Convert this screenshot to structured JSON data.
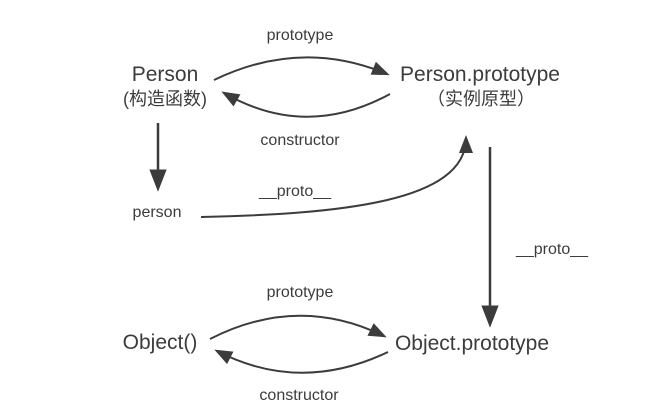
{
  "diagram": {
    "title_hint": "JavaScript prototype chain diagram",
    "colors": {
      "background": "#ffffff",
      "line": "#3c3c3c",
      "text": "#3c3c3c"
    },
    "nodes": {
      "person_constructor": {
        "title": "Person",
        "subtitle": "(构造函数)"
      },
      "person_prototype": {
        "title": "Person.prototype",
        "subtitle": "（实例原型）"
      },
      "person_instance": {
        "label": "person"
      },
      "object_constructor": {
        "label": "Object()"
      },
      "object_prototype": {
        "label": "Object.prototype"
      }
    },
    "labels": {
      "top_prototype": "prototype",
      "top_constructor": "constructor",
      "instance_proto": "__proto__",
      "chain_proto": "__proto__",
      "bottom_prototype": "prototype",
      "bottom_constructor": "constructor"
    }
  }
}
